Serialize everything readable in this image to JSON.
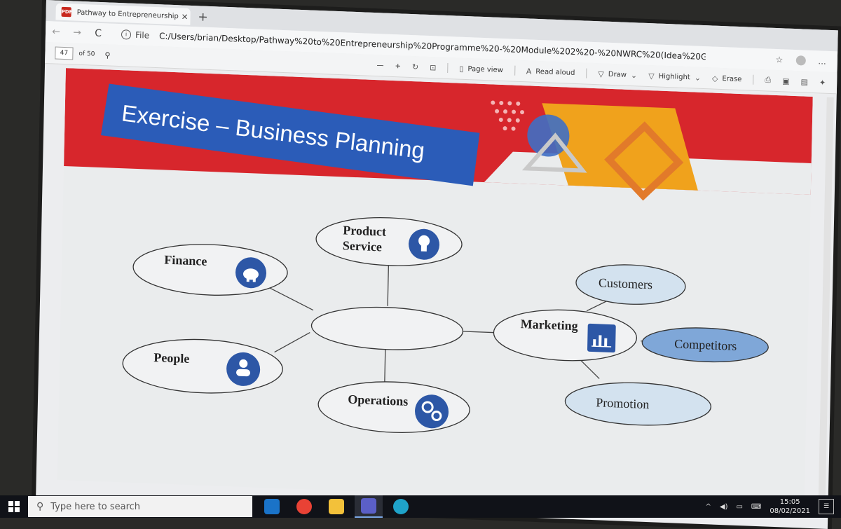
{
  "browser": {
    "tab_title": "Pathway to Entrepreneurship Pro",
    "tab_close": "×",
    "new_tab": "+",
    "back": "←",
    "forward": "→",
    "refresh": "C",
    "file_label": "File",
    "url": "C:/Users/brian/Desktop/Pathway%20to%20Entrepreneurship%20Programme%20-%20Module%202%20-%20NWRC%20(Idea%20Generatio...",
    "favorite_icon": "☆",
    "more_icon": "..."
  },
  "pdf_toolbar": {
    "page_current": "47",
    "page_total": "of 50",
    "zoom_out": "—",
    "zoom_in": "+",
    "page_view": "Page view",
    "read_aloud": "Read aloud",
    "draw": "Draw",
    "highlight": "Highlight",
    "erase": "Erase"
  },
  "slide": {
    "title": "Exercise – Business Planning",
    "nodes": {
      "product": "Product",
      "service": "Service",
      "finance": "Finance",
      "people": "People",
      "operations": "Operations",
      "marketing": "Marketing",
      "customers": "Customers",
      "competitors": "Competitors",
      "promotion": "Promotion"
    }
  },
  "taskbar": {
    "search_placeholder": "Type here to search",
    "time": "15:05",
    "date": "08/02/2021"
  },
  "colors": {
    "title_band": "#2b5cb8",
    "red_band": "#d7262c",
    "icon_blue": "#2d57a6",
    "node_light": "#d3e2ef",
    "node_dark": "#7fa7d8"
  }
}
